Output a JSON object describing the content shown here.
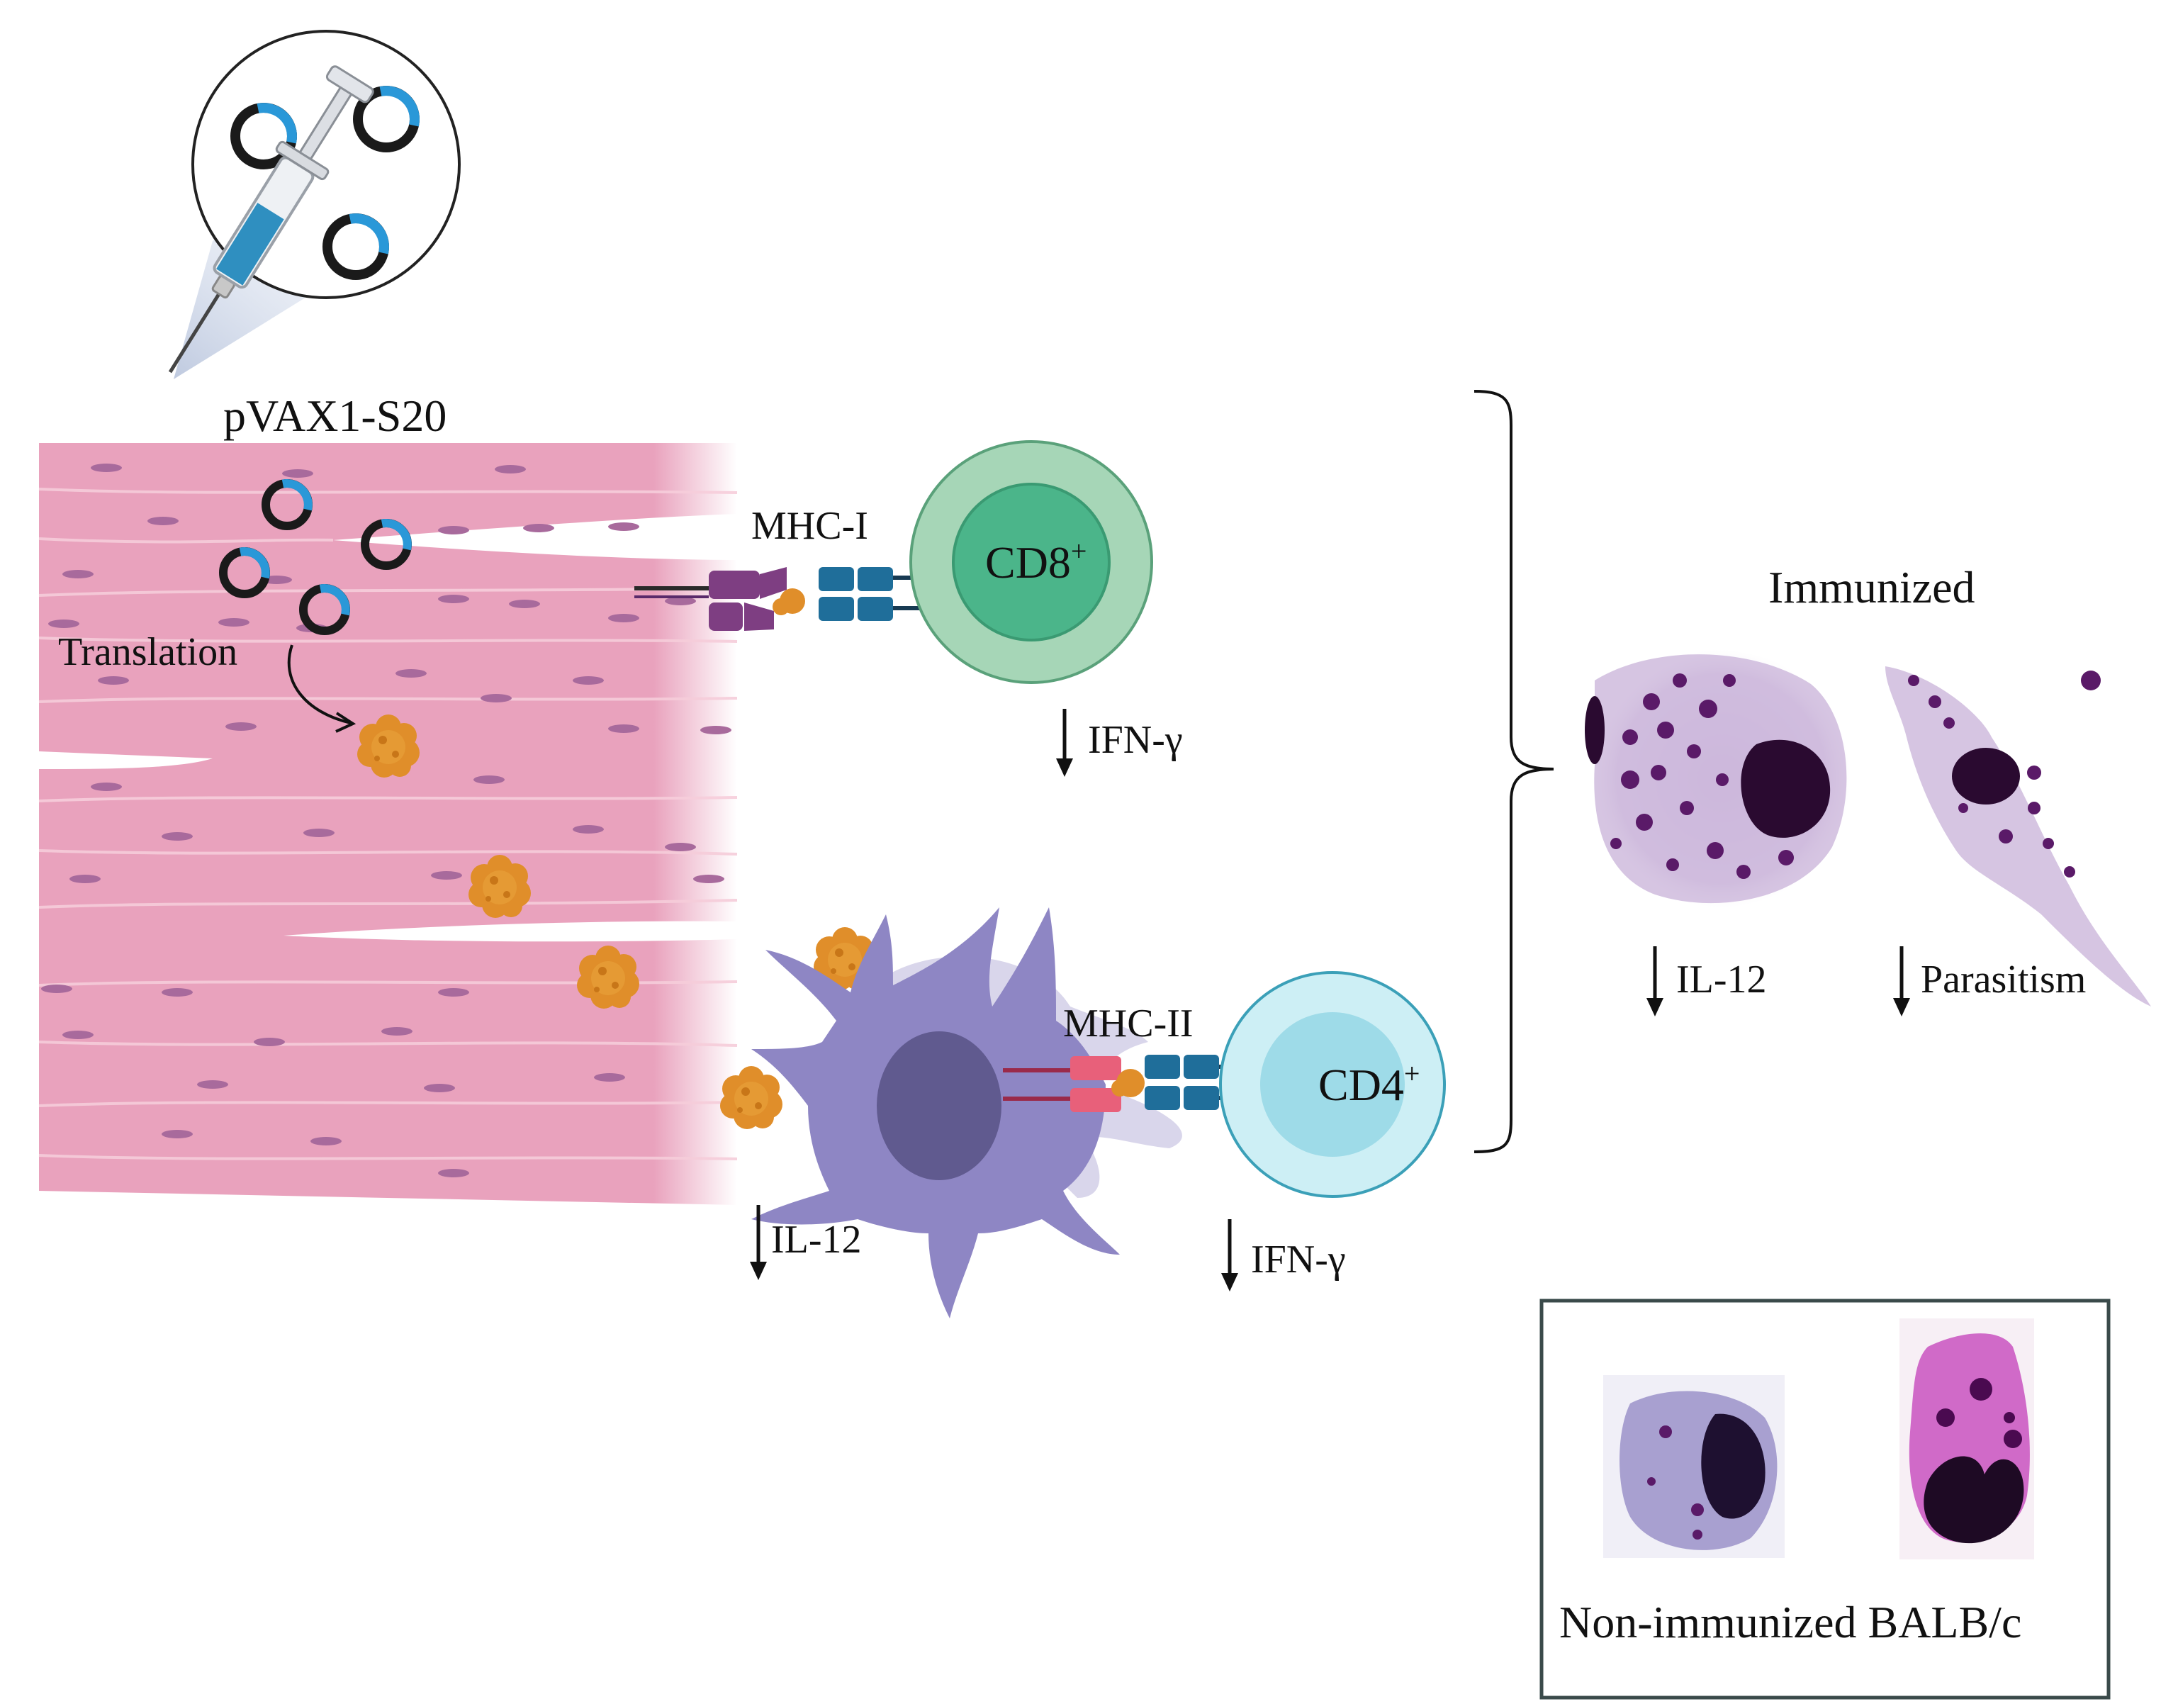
{
  "labels": {
    "plasmid": "pVAX1-S20",
    "translation": "Translation",
    "mhc1": "MHC-I",
    "mhc2": "MHC-II",
    "cd8": "CD8",
    "cd4": "CD4",
    "cd_superscript": "+",
    "ifn_gamma_cd8": "IFN-γ",
    "ifn_gamma_cd4": "IFN-γ",
    "il12_dendritic": "IL-12",
    "immunized_title": "Immunized",
    "immunized_il12": "IL-12",
    "immunized_parasitism": "Parasitism",
    "non_immunized": "Non-immunized BALB/c"
  },
  "colors": {
    "muscle": "#e9a2bd",
    "muscle_nucleus": "#a86a9c",
    "plasmid_ring": "#1a1a1a",
    "plasmid_gene": "#2a98d8",
    "antigen": "#e08e2a",
    "cd8_outer": "#a6d6b7",
    "cd8_inner": "#4bb58a",
    "cd4_outer": "#cdeff5",
    "cd4_inner": "#9edbe8",
    "dendritic_cell": "#8e86c4",
    "dendritic_nucleus": "#605a8f",
    "mhc1": "#7e3e82",
    "mhc2": "#e8607a",
    "tcr": "#1f6e9a",
    "stain": "#5a1a68"
  },
  "icons": [
    "syringe-icon",
    "plasmid-icon",
    "antigen-protein-icon",
    "t-cell-icon",
    "dendritic-cell-icon",
    "down-arrow-icon",
    "bracket-icon"
  ]
}
